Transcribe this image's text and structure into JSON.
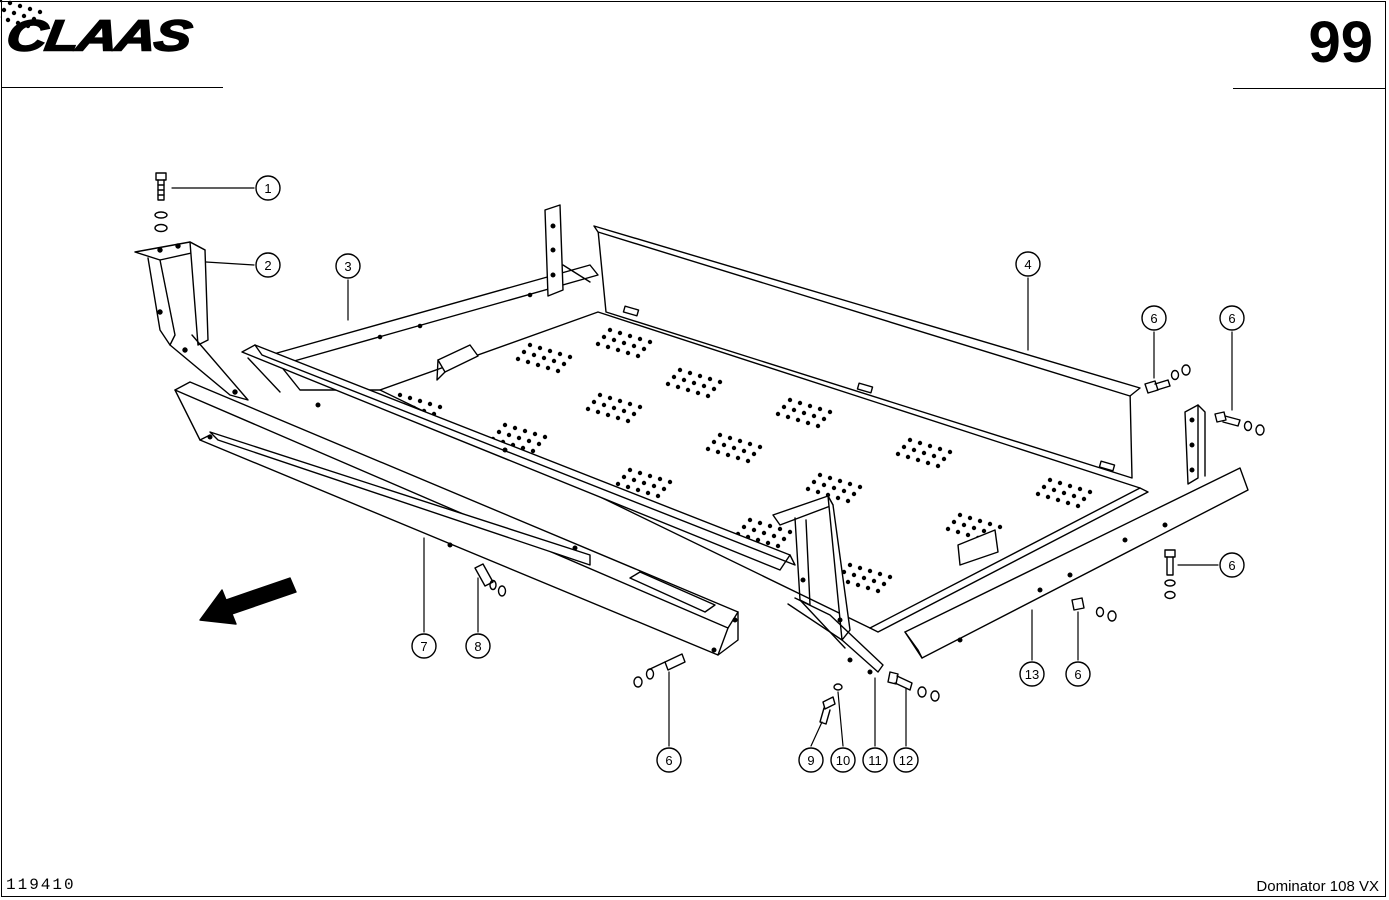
{
  "header": {
    "brand": "CLAAS",
    "page_number": "99"
  },
  "footer": {
    "drawing_id": "119410",
    "model": "Dominator 108 VX"
  },
  "callouts": [
    {
      "id": "c1",
      "label": "1"
    },
    {
      "id": "c2",
      "label": "2"
    },
    {
      "id": "c3",
      "label": "3"
    },
    {
      "id": "c4",
      "label": "4"
    },
    {
      "id": "c5",
      "label": "6"
    },
    {
      "id": "c6",
      "label": "6"
    },
    {
      "id": "c7",
      "label": "6"
    },
    {
      "id": "c8",
      "label": "7"
    },
    {
      "id": "c9",
      "label": "8"
    },
    {
      "id": "c10",
      "label": "6"
    },
    {
      "id": "c11",
      "label": "9"
    },
    {
      "id": "c12",
      "label": "10"
    },
    {
      "id": "c13",
      "label": "11"
    },
    {
      "id": "c14",
      "label": "12"
    },
    {
      "id": "c15",
      "label": "13"
    },
    {
      "id": "c16",
      "label": "6"
    }
  ]
}
